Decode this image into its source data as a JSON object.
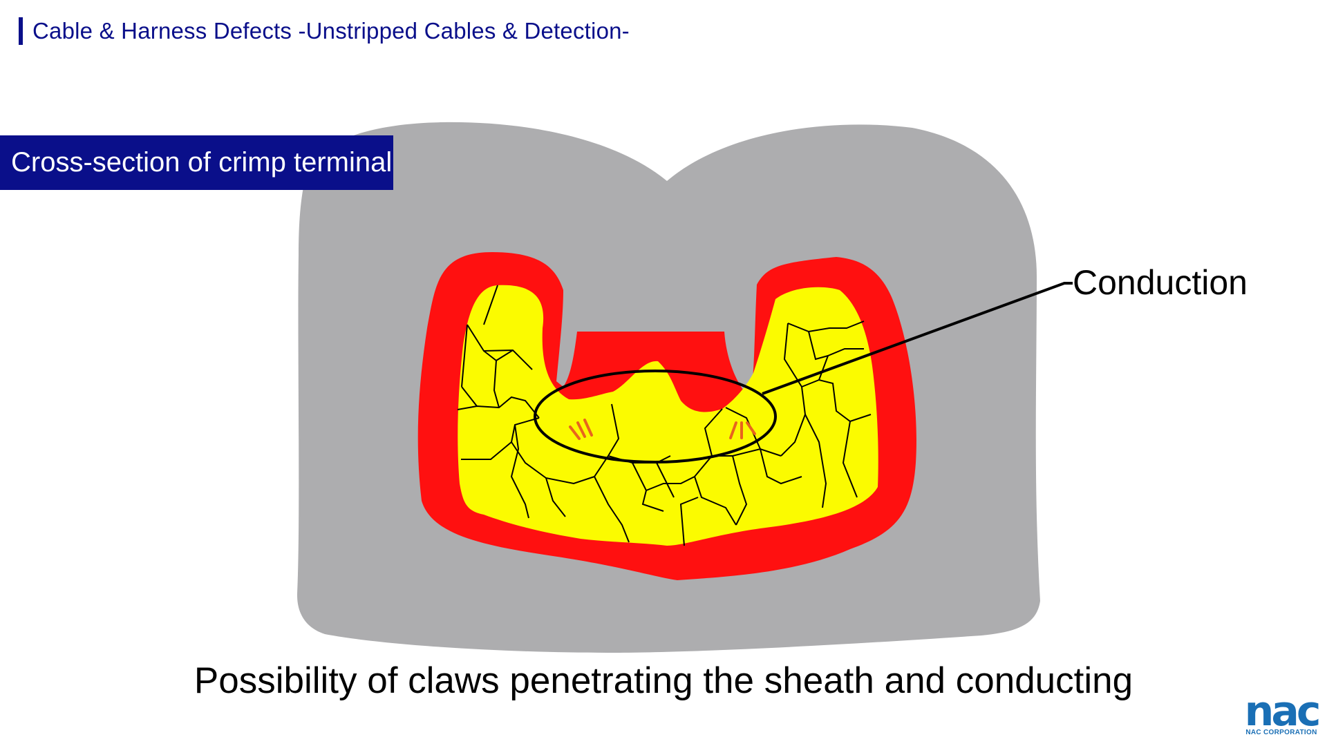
{
  "header": {
    "title": "Cable & Harness Defects -Unstripped Cables & Detection-"
  },
  "section": {
    "label": "Cross-section of crimp terminal"
  },
  "diagram": {
    "callout": "Conduction",
    "colors": {
      "sheath": "#adadaf",
      "terminal": "#ff1010",
      "conductor": "#fbfb00",
      "spark": "#e8641e"
    }
  },
  "caption": "Possibility of claws penetrating the sheath and conducting",
  "logo": {
    "mark": "nac",
    "subtitle": "NAC CORPORATION"
  }
}
